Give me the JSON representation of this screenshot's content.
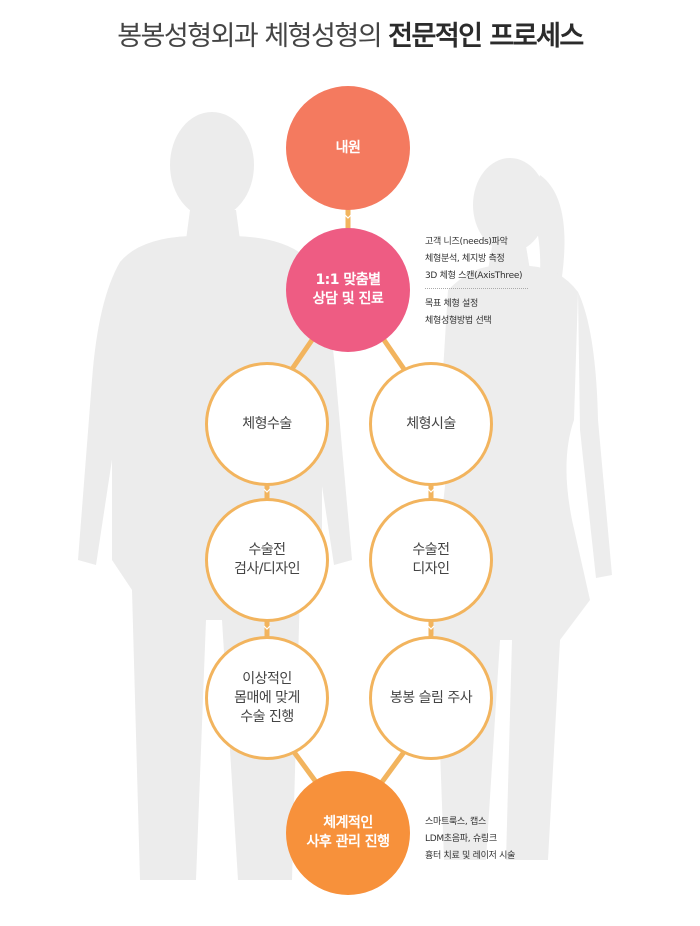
{
  "title": {
    "light": "봉봉성형외과 체형성형의",
    "bold": "전문적인 프로세스"
  },
  "colors": {
    "visit": "#f47a5f",
    "consult": "#ee5c83",
    "aftercare": "#f7913b",
    "outline": "#f2b45e",
    "silhouette": "#ececec"
  },
  "steps": {
    "visit": "내원",
    "consult": "1:1 맞춤별\n상담 및 진료",
    "body_surgery": "체형수술",
    "body_procedure": "체형시술",
    "preop_design": "수술전\n검사/디자인",
    "prep_design": "수술전\n디자인",
    "ideal_body": "이상적인\n몸매에 맞게\n수술 진행",
    "slim_injection": "봉봉 슬림 주사",
    "aftercare": "체계적인\n사후 관리 진행"
  },
  "notes": {
    "consult_a": [
      "고객 니즈(needs)파악",
      "체형분석, 체지방 측정",
      "3D 체형 스캔(AxisThree)"
    ],
    "consult_b": [
      "목표 체형 설정",
      "체형성형방법 선택"
    ],
    "aftercare": [
      "스마트룩스, 캡스",
      "LDM초음파, 슈링크",
      "흉터 치료 및 레이저 시술"
    ]
  }
}
